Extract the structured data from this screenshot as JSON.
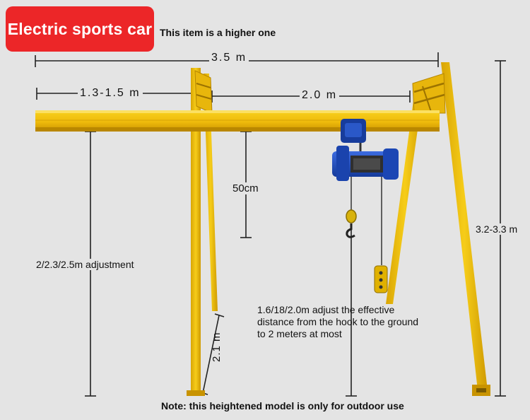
{
  "badge": {
    "label": "Electric sports car"
  },
  "subtitle": "This item is a higher one",
  "dimensions": {
    "total_width": "3.5 m",
    "overhang": "1.3-1.5 m",
    "span": "2.0 m",
    "beam_gap": "50cm",
    "height_adjust": "2/2.3/2.5m adjustment",
    "total_height": "3.2-3.3 m",
    "leg": "2.1 m"
  },
  "hook_note": {
    "line1": "1.6/18/2.0m adjust the effective",
    "line2": "distance from the hook to the ground",
    "line3": "to 2 meters at most"
  },
  "footer_note": "Note: this heightened model is only for outdoor use",
  "colors": {
    "badge_bg": "#ec2628",
    "frame_yellow": "#f2c20f",
    "frame_shadow": "#c99a06",
    "hoist_blue": "#1f4fc4",
    "background": "#e4e4e4"
  },
  "icons": [
    "crane-frame-illustration",
    "electric-hoist-icon",
    "hook-icon",
    "controller-icon"
  ]
}
